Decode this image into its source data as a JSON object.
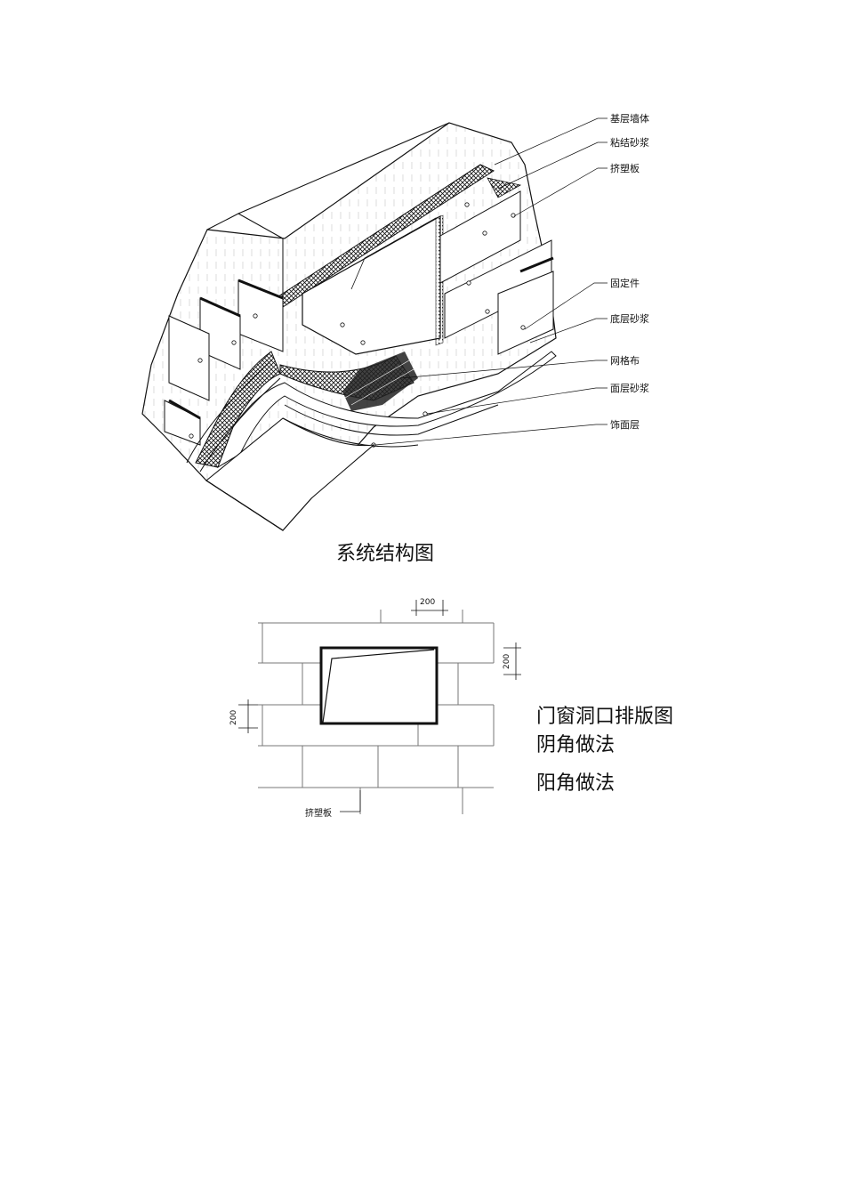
{
  "diagram1": {
    "callouts": [
      "基层墙体",
      "粘结砂浆",
      "挤塑板",
      "固定件",
      "底层砂浆",
      "网格布",
      "面层砂浆",
      "饰面层"
    ],
    "caption": "系统结构图"
  },
  "diagram2": {
    "dim_top": "200",
    "dim_right": "200",
    "dim_left": "200",
    "board_label": "挤塑板"
  },
  "captions": {
    "opening_layout": "门窗洞口排版图",
    "inside_corner": "阴角做法",
    "outside_corner": "阳角做法"
  }
}
